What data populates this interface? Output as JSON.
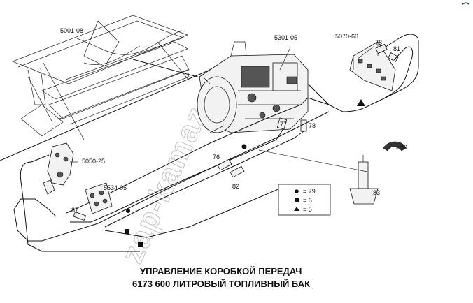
{
  "callouts": {
    "p5001": "5001-08",
    "p5301": "5301-05",
    "p5070": "5070-60",
    "p78a": "78",
    "p81": "81",
    "p77": "77",
    "p78b": "78",
    "p29": "29",
    "p76": "76",
    "p5050": "5050-25",
    "p5534": "5534-05",
    "p82": "82",
    "p83": "83",
    "p87": "87"
  },
  "legend": [
    {
      "symbol": "circle",
      "text": "= 79"
    },
    {
      "symbol": "square",
      "text": "= 6"
    },
    {
      "symbol": "triangle",
      "text": "= 5"
    }
  ],
  "title_line1": "УПРАВЛЕНИЕ КОРОБКОЙ ПЕРЕДАЧ",
  "title_line2": "6173  600 ЛИТРОВЫЙ ТОПЛИВНЫЙ БАК",
  "watermark": "zap-kamaz.ru"
}
